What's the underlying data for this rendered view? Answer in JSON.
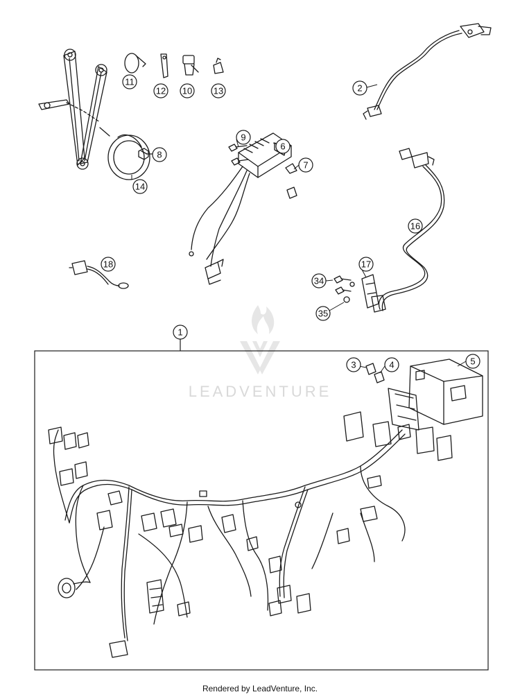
{
  "diagram": {
    "callouts": {
      "c1": "1",
      "c2": "2",
      "c3": "3",
      "c4": "4",
      "c5": "5",
      "c6": "6",
      "c7": "7",
      "c8": "8",
      "c9": "9",
      "c10": "10",
      "c11": "11",
      "c12": "12",
      "c13": "13",
      "c14": "14",
      "c16": "16",
      "c17": "17",
      "c18": "18",
      "c34": "34",
      "c35": "35"
    }
  },
  "watermark": {
    "text": "LEADVENTURE",
    "logo": "leadventure-flame-logo"
  },
  "footer": {
    "text": "Rendered by LeadVenture, Inc."
  },
  "colors": {
    "line": "#1a1a1a",
    "watermark": "#d9d9d9"
  }
}
